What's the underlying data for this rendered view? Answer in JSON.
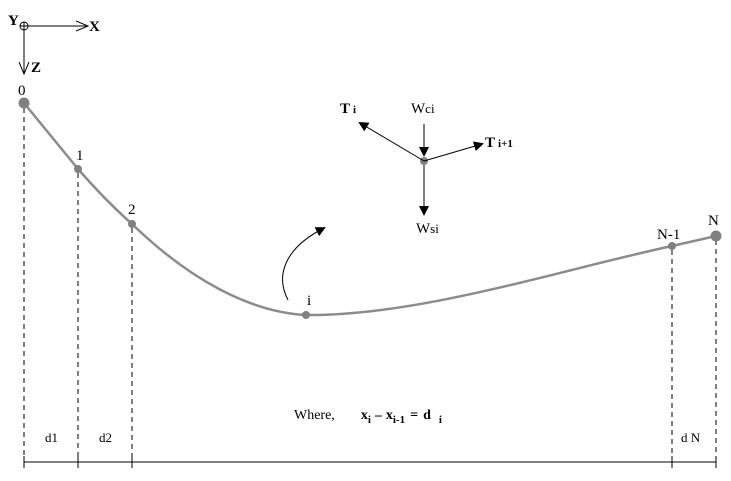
{
  "axes": {
    "y_label": "Y",
    "x_label": "X",
    "z_label": "Z"
  },
  "nodes": {
    "n0": "0",
    "n1": "1",
    "n2": "2",
    "ni": "i",
    "nN1": "N-1",
    "nN": "N"
  },
  "forces": {
    "tension_i_main": "T",
    "tension_i_sub": "i",
    "tension_i1_main": "T",
    "tension_i1_sub": "i+1",
    "weight_c_main": "W",
    "weight_c_sub": "ci",
    "weight_s_main": "W",
    "weight_s_sub": "si"
  },
  "segments": {
    "d1": "d1",
    "d2": "d2",
    "dN": "d N"
  },
  "equation": {
    "where": "Where,",
    "x1": "x",
    "x1_sub": "i",
    "minus": "–",
    "x2": "x",
    "x2_sub": "i-1",
    "eq": "=",
    "d": "d",
    "d_sub": "i"
  },
  "colors": {
    "curve": "#8c8c8c",
    "node": "#808080",
    "line": "#000000"
  }
}
